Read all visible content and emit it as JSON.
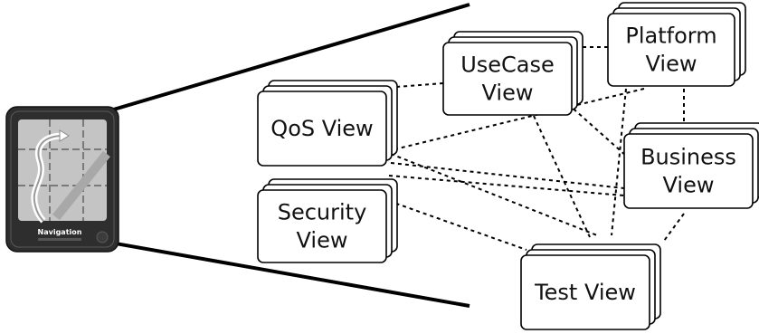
{
  "device": {
    "label": "Navigation",
    "icon": "map-navigation-icon"
  },
  "views": [
    {
      "id": "usecase",
      "lines": [
        "UseCase",
        "View"
      ]
    },
    {
      "id": "platform",
      "lines": [
        "Platform",
        "View"
      ]
    },
    {
      "id": "qos",
      "lines": [
        "QoS View"
      ]
    },
    {
      "id": "business",
      "lines": [
        "Business",
        "View"
      ]
    },
    {
      "id": "security",
      "lines": [
        "Security",
        "View"
      ]
    },
    {
      "id": "test",
      "lines": [
        "Test View"
      ]
    }
  ],
  "links": [
    [
      "usecase",
      "platform"
    ],
    [
      "usecase",
      "qos"
    ],
    [
      "usecase",
      "business"
    ],
    [
      "usecase",
      "test"
    ],
    [
      "platform",
      "qos"
    ],
    [
      "platform",
      "business"
    ],
    [
      "platform",
      "test"
    ],
    [
      "qos",
      "business"
    ],
    [
      "qos",
      "test"
    ],
    [
      "security",
      "business"
    ],
    [
      "security",
      "test"
    ],
    [
      "business",
      "test"
    ]
  ],
  "colors": {
    "device_frame": "#2e2e2e",
    "device_screen": "#c4c4c4",
    "line": "#000000",
    "card_fill": "#ffffff"
  }
}
